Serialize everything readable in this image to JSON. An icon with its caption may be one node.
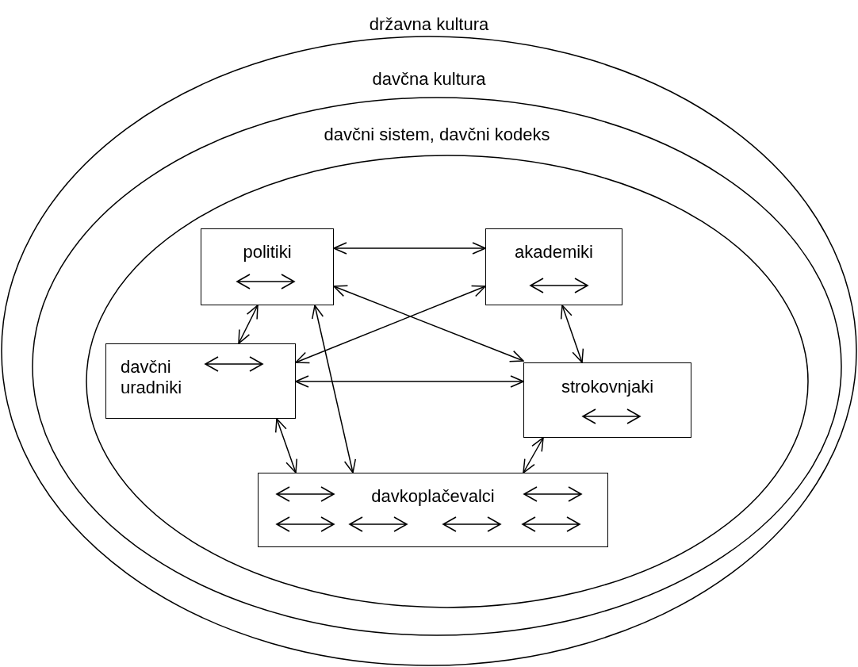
{
  "diagram": {
    "nodes": [
      {
        "text": [
          "davčna kultura"
        ]
      },
      {
        "text": [
          "davčni sistem, davčni kodeks"
        ],
        "in": 0
      },
      {
        "text": [],
        "shape": "ellipse",
        "in": 1
      },
      {
        "text": [
          "politiki"
        ],
        "in": 2
      },
      {
        "text": [
          "akademiki"
        ],
        "in": 2
      },
      {
        "text": [
          "davčni uradniki"
        ],
        "in": 2
      },
      {
        "text": [
          "strokovnjaki"
        ],
        "in": 2
      },
      {
        "text": [
          "davkoplačevalci"
        ],
        "in": 2
      }
    ],
    "edges": [
      {
        "from": 3,
        "to": 4,
        "arrow": "both"
      },
      {
        "from": 3,
        "to": 6,
        "arrow": "both"
      },
      {
        "from": 4,
        "to": 5,
        "arrow": "both"
      },
      {
        "from": 3,
        "to": 5,
        "arrow": "both"
      },
      {
        "from": 4,
        "to": 6,
        "arrow": "both"
      },
      {
        "from": 5,
        "to": 6,
        "arrow": "both"
      },
      {
        "from": 3,
        "to": 7,
        "arrow": "both"
      },
      {
        "from": 5,
        "to": 7,
        "arrow": "both"
      },
      {
        "from": 6,
        "to": 7,
        "arrow": "both"
      }
    ],
    "labels": [
      "državna kultura"
    ]
  }
}
